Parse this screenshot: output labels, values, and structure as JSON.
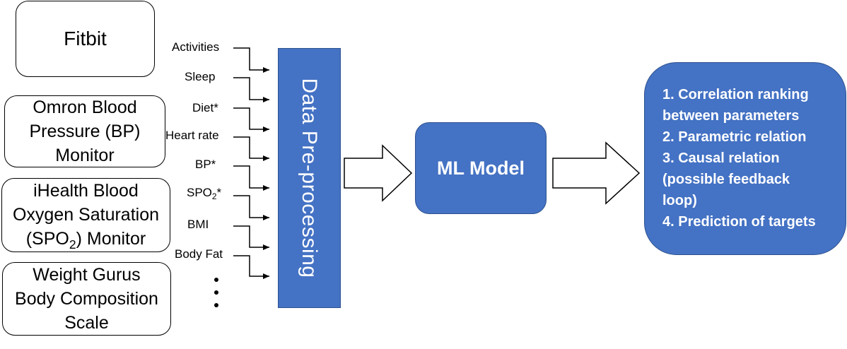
{
  "devices": {
    "fitbit": "Fitbit",
    "omron": [
      "Omron Blood",
      "Pressure (BP)",
      "Monitor"
    ],
    "ihealth": {
      "line1": "iHealth Blood",
      "line2": "Oxygen Saturation",
      "line3_a": "(SPO",
      "line3_sub": "2",
      "line3_b": ") Monitor"
    },
    "weight": [
      "Weight Gurus",
      "Body Composition",
      "Scale"
    ]
  },
  "parameters": {
    "activities": "Activities",
    "sleep": "Sleep",
    "diet": "Diet*",
    "heart_rate": "Heart rate",
    "bp": "BP*",
    "spo2": {
      "a": "SPO",
      "sub": "2",
      "b": "*"
    },
    "bmi": "BMI",
    "body_fat": "Body Fat"
  },
  "preprocessing": {
    "label": "Data Pre-processing"
  },
  "model": {
    "label": "ML Model"
  },
  "outputs": [
    "1. Correlation ranking",
    "between  parameters",
    "2. Parametric relation",
    "3. Causal relation",
    "(possible feedback",
    "loop)",
    "4. Prediction of targets"
  ]
}
